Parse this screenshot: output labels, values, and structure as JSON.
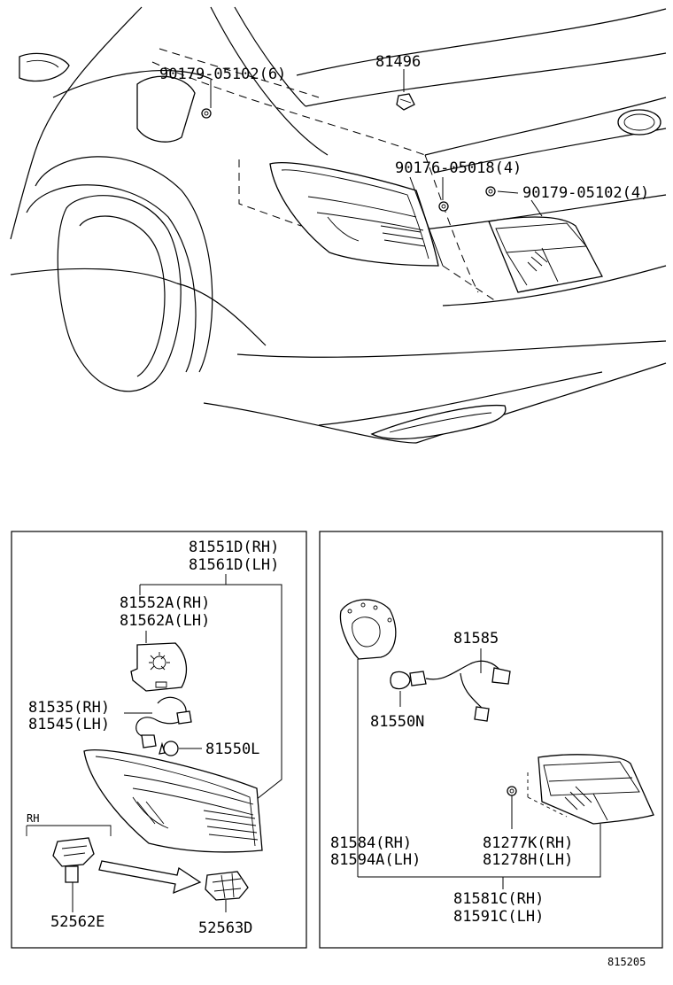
{
  "callouts": {
    "p_90179_05102_6": "90179-05102(6)",
    "p_81496": "81496",
    "p_90176_05018_4": "90176-05018(4)",
    "p_90179_05102_4": "90179-05102(4)",
    "p_81551D_RH": "81551D(RH)",
    "p_81561D_LH": "81561D(LH)",
    "p_81552A_RH": "81552A(RH)",
    "p_81562A_LH": "81562A(LH)",
    "p_81535_RH": "81535(RH)",
    "p_81545_LH": "81545(LH)",
    "p_81550L": "81550L",
    "rh_note": "RH",
    "p_52562E": "52562E",
    "p_52563D": "52563D",
    "p_81585": "81585",
    "p_81550N": "81550N",
    "p_81584_RH": "81584(RH)",
    "p_81594A_LH": "81594A(LH)",
    "p_81277K_RH": "81277K(RH)",
    "p_81278H_LH": "81278H(LH)",
    "p_81581C_RH": "81581C(RH)",
    "p_81591C_LH": "81591C(LH)"
  },
  "diagram_id": "815205"
}
